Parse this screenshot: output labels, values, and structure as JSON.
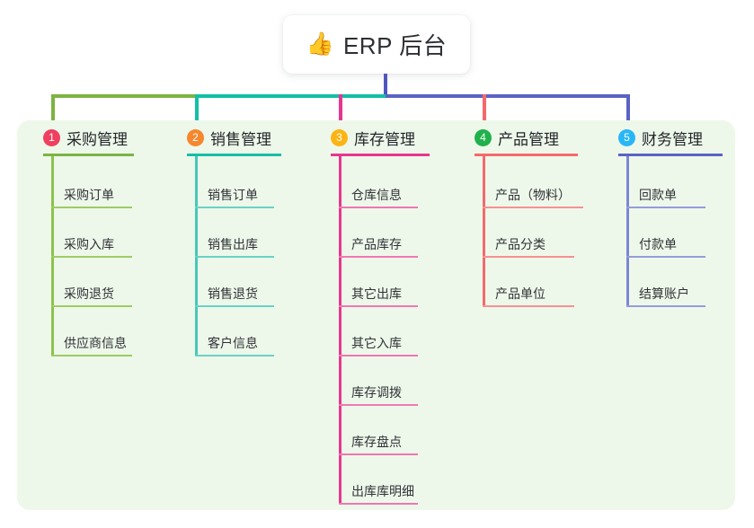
{
  "root": {
    "icon": "thumbs-up-icon",
    "emoji": "👍",
    "title": "ERP 后台"
  },
  "palette": {
    "panel_bg": "#eef8ea",
    "page_bg": "#ffffff",
    "trunk": "#4f56bf",
    "green": "#7cb342",
    "teal": "#13bfa6",
    "pink": "#e8368f",
    "salmon": "#f4696b",
    "blue": "#5a63c4"
  },
  "columns": [
    {
      "number": "1",
      "title": "采购管理",
      "badge_color": "#ef4060",
      "rule_color": "#7cb342",
      "spine_color": "#8bc34a",
      "leaf_rule_color": "#9ccc65",
      "stub_color": "#7cb342",
      "items": [
        "采购订单",
        "采购入库",
        "采购退货",
        "供应商信息"
      ]
    },
    {
      "number": "2",
      "title": "销售管理",
      "badge_color": "#f6872e",
      "rule_color": "#13bfa6",
      "spine_color": "#45c9b8",
      "leaf_rule_color": "#68d3c4",
      "stub_color": "#13bfa6",
      "items": [
        "销售订单",
        "销售出库",
        "销售退货",
        "客户信息"
      ]
    },
    {
      "number": "3",
      "title": "库存管理",
      "badge_color": "#fcb415",
      "rule_color": "#e8368f",
      "spine_color": "#e8368f",
      "leaf_rule_color": "#ef77b2",
      "stub_color": "#e8368f",
      "items": [
        "仓库信息",
        "产品库存",
        "其它出库",
        "其它入库",
        "库存调拨",
        "库存盘点",
        "出库库明细"
      ]
    },
    {
      "number": "4",
      "title": "产品管理",
      "badge_color": "#20b14c",
      "rule_color": "#f4696b",
      "spine_color": "#f4696b",
      "leaf_rule_color": "#f89092",
      "stub_color": "#f4696b",
      "items": [
        "产品（物料）",
        "产品分类",
        "产品单位"
      ]
    },
    {
      "number": "5",
      "title": "财务管理",
      "badge_color": "#29b6f6",
      "rule_color": "#5a63c4",
      "spine_color": "#7d86d4",
      "leaf_rule_color": "#949cdd",
      "stub_color": "#5a63c4",
      "items": [
        "回款单",
        "付款单",
        "结算账户"
      ]
    }
  ]
}
